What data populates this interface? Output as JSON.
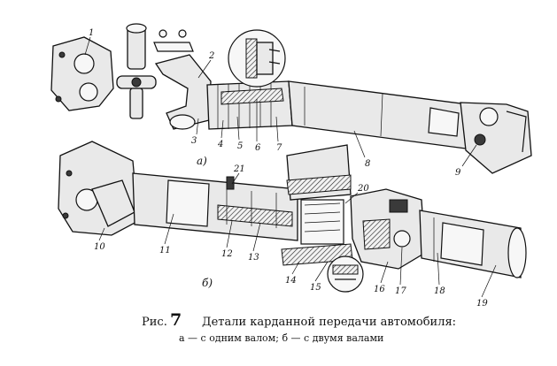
{
  "diagram_a": {
    "label": "а)",
    "callouts": [
      "1",
      "2",
      "3",
      "4",
      "5",
      "6",
      "7",
      "8",
      "9"
    ]
  },
  "diagram_b": {
    "label": "б)",
    "callouts": [
      "10",
      "11",
      "12",
      "13",
      "14",
      "15",
      "16",
      "17",
      "18",
      "19",
      "20",
      "21"
    ]
  },
  "caption": {
    "prefix": "Рис.",
    "number": "7",
    "title": "Детали карданной передачи автомобиля:",
    "line2": "а — с одним валом; б — с двумя валами"
  }
}
